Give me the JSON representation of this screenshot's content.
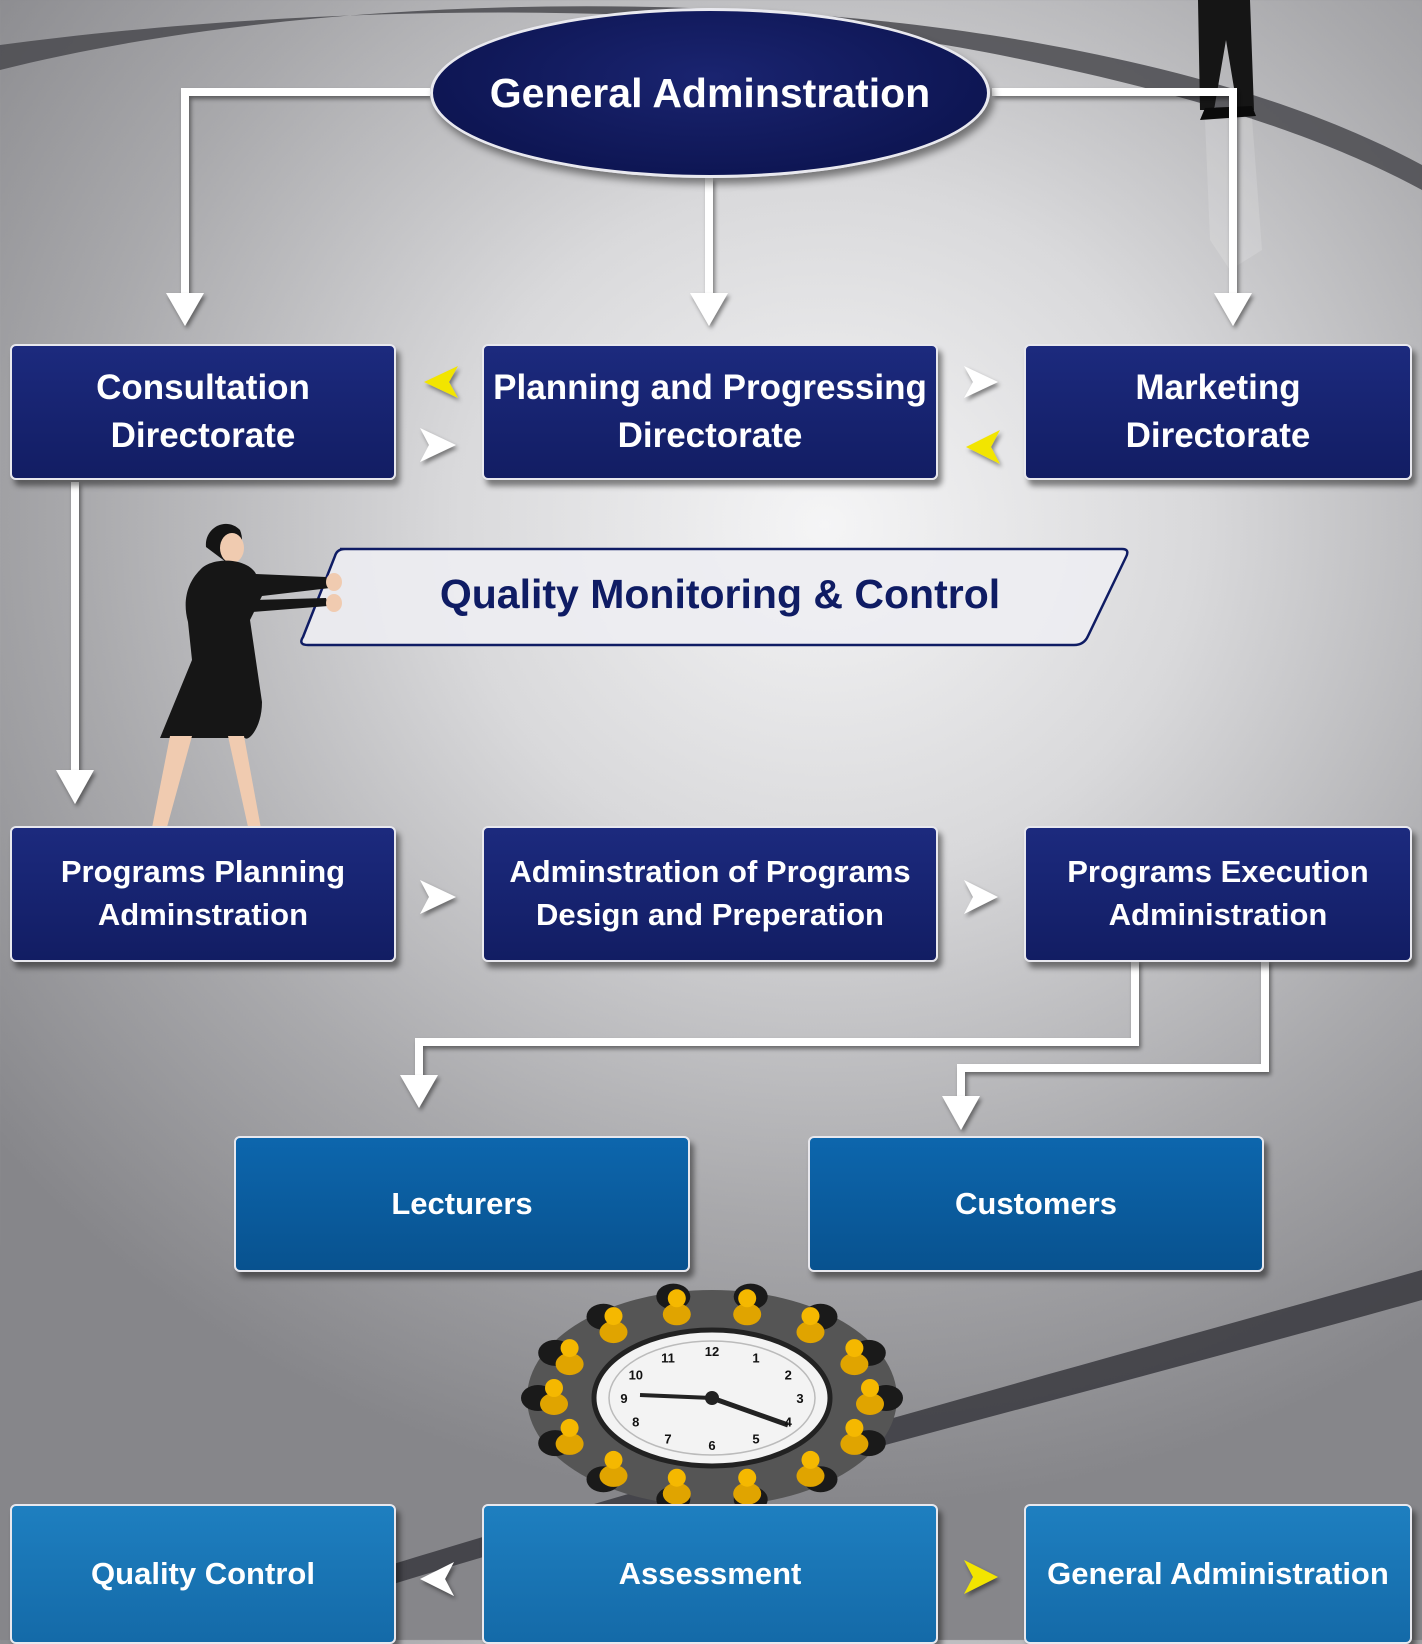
{
  "top": {
    "label": "General Adminstration"
  },
  "directorates": {
    "consultation": "Consultation\nDirectorate",
    "planning": "Planning and Progressing\nDirectorate",
    "marketing": "Marketing\nDirectorate"
  },
  "banner": {
    "label": "Quality Monitoring & Control"
  },
  "programs": {
    "planning": "Programs Planning\nAdminstration",
    "design": "Adminstration of Programs\nDesign and Preperation",
    "execution": "Programs Execution\nAdministration"
  },
  "audience": {
    "lecturers": "Lecturers",
    "customers": "Customers"
  },
  "bottom": {
    "quality_control": "Quality Control",
    "assessment": "Assessment",
    "general_admin": "General Administration"
  },
  "clock": {
    "numbers": [
      "12",
      "1",
      "2",
      "3",
      "4",
      "5",
      "6",
      "7",
      "8",
      "9",
      "10",
      "11"
    ]
  },
  "colors": {
    "dark_box": "#16226e",
    "mid_box": "#0a5c9e",
    "light_box": "#1a76b6",
    "arrow": "#ffffff",
    "arrow_accent": "#f2e500"
  }
}
